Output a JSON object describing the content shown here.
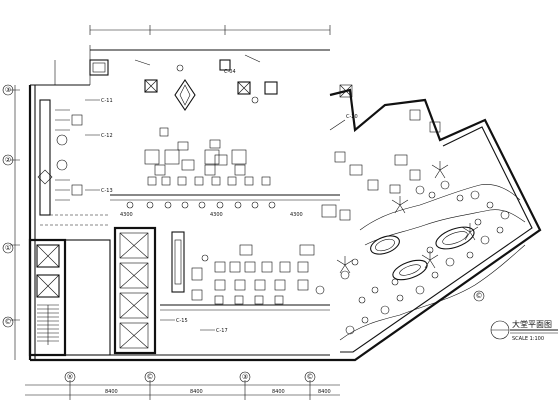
{
  "drawing": {
    "title": "大堂平面图",
    "subtitle": "SCALE 1:100",
    "grid_left": [
      "③",
      "②",
      "①",
      "©"
    ],
    "grid_bottom": [
      "®",
      "©",
      "③",
      "©"
    ],
    "grid_right": [
      "©"
    ],
    "dims_bottom": [
      "8400",
      "8400",
      "8400",
      "8400"
    ],
    "dims_mid": [
      "4300",
      "4300",
      "4300"
    ],
    "callouts": [
      "C-11",
      "C-12",
      "C-13",
      "C-15",
      "C-17",
      "C-20",
      "C-04"
    ]
  }
}
